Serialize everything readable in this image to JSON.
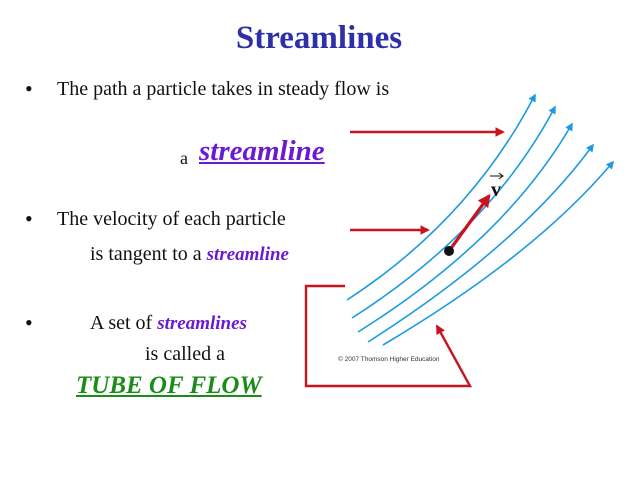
{
  "slide": {
    "title": "Streamlines",
    "bullet_glyph": "•",
    "line1": "The path a particle takes in steady flow is",
    "line2_prefix": "a",
    "line2_term": "streamline",
    "line3": "The velocity of each particle",
    "line4_prefix": "is tangent to a",
    "line4_term": "streamline",
    "line5_prefix": "A set of",
    "line5_term": "streamlines",
    "line6": "is called a",
    "line7": "TUBE OF FLOW"
  },
  "figure": {
    "velocity_label": "v",
    "copyright": "© 2007 Thomson Higher Education",
    "colors": {
      "streamline": "#1e9be0",
      "pointer": "#c8141e",
      "velocity_vector": "#c8141e",
      "particle": "#111111"
    }
  }
}
